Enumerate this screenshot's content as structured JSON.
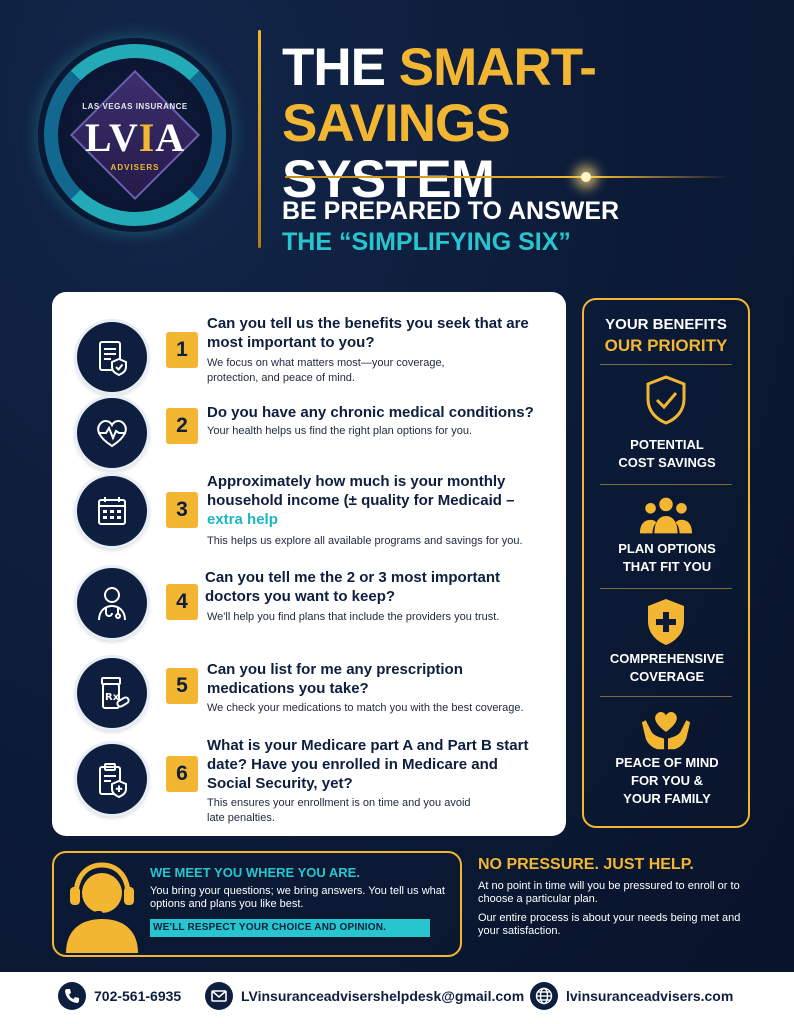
{
  "logo": {
    "top": "LAS VEGAS INSURANCE",
    "mark_left": "LV",
    "mark_mid": "I",
    "mark_right": "A",
    "bottom": "ADVISERS"
  },
  "header": {
    "title_the": "THE ",
    "title_gold": "SMART-SAVINGS",
    "title_line2": "SYSTEM",
    "subtitle1": "BE PREPARED TO ANSWER",
    "subtitle2": "THE “SIMPLIFYING SIX”"
  },
  "questions": [
    {
      "num": "1",
      "icon": "document-shield-icon",
      "title": "Can you tell us the benefits you seek that are most important to you?",
      "sub": "We focus on what matters most—your coverage, protection, and peace of mind."
    },
    {
      "num": "2",
      "icon": "heart-pulse-icon",
      "title": "Do you have any chronic medical conditions?",
      "sub": "Your health helps us find the right plan options for you."
    },
    {
      "num": "3",
      "icon": "calendar-icon",
      "title": "Approximately how much is your monthly household income (± quality for Medicaid –",
      "title_teal": "extra help",
      "sub": "This helps us explore all available programs and savings for you."
    },
    {
      "num": "4",
      "icon": "doctor-icon",
      "title": "Can you tell me the 2 or 3 most important doctors you want to keep?",
      "sub": "We'll help you find plans that include the providers you trust."
    },
    {
      "num": "5",
      "icon": "prescription-bottle-icon",
      "title": "Can you list for me any prescription medications you take?",
      "sub": "We check your medications to match you with the best coverage."
    },
    {
      "num": "6",
      "icon": "clipboard-medical-icon",
      "title": "What is your Medicare part A and Part B start date? Have you enrolled in Medicare and Social Security, yet?",
      "sub": "This ensures your enrollment is on time and you avoid late penalties."
    }
  ],
  "panel": {
    "heading1": "YOUR BENEFITS",
    "heading2": "OUR PRIORITY",
    "items": [
      {
        "icon": "shield-check-icon",
        "line1": "POTENTIAL",
        "line2": "COST SAVINGS",
        "line3": ""
      },
      {
        "icon": "people-group-icon",
        "line1": "PLAN OPTIONS",
        "line2": "THAT FIT YOU",
        "line3": ""
      },
      {
        "icon": "shield-plus-icon",
        "line1": "COMPREHENSIVE",
        "line2": "COVERAGE",
        "line3": ""
      },
      {
        "icon": "hands-heart-icon",
        "line1": "PEACE OF MIND",
        "line2": "FOR YOU &",
        "line3": "YOUR FAMILY"
      }
    ]
  },
  "meet": {
    "heading": "WE MEET YOU WHERE YOU ARE.",
    "body": "You bring your questions; we bring answers. You tell us what options and plans you like best.",
    "bar": "WE'LL RESPECT YOUR CHOICE AND OPINION."
  },
  "no_pressure": {
    "heading": "NO PRESSURE. JUST HELP.",
    "p1": "At no point in time will you be pressured to enroll or to choose a particular plan.",
    "p2": "Our entire process is about your needs being met and your satisfaction."
  },
  "footer": {
    "phone": "702-561-6935",
    "email": "LVinsuranceadvisershelpdesk@gmail.com",
    "website": "lvinsuranceadvisers.com"
  },
  "colors": {
    "navy": "#0b1a36",
    "gold": "#f2b632",
    "teal": "#27c6cf",
    "white": "#ffffff"
  }
}
